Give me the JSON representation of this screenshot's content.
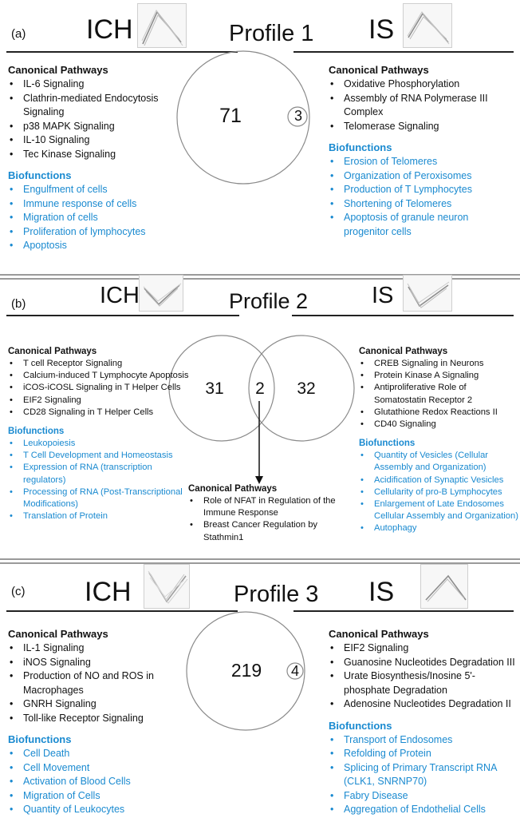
{
  "panels": {
    "a": {
      "letter": "(a)",
      "ich": "ICH",
      "title": "Profile 1",
      "is": "IS",
      "n_ich": "71",
      "n_overlap": "",
      "n_is": "3",
      "ich_pathways": [
        "IL-6 Signaling",
        "Clathrin-mediated Endocytosis Signaling",
        "p38 MAPK Signaling",
        "IL-10 Signaling",
        "Tec Kinase Signaling"
      ],
      "ich_biofunctions": [
        "Engulfment of cells",
        "Immune response of cells",
        "Migration of cells",
        "Proliferation of lymphocytes",
        "Apoptosis"
      ],
      "is_pathways": [
        "Oxidative Phosphorylation",
        "Assembly of RNA Polymerase III Complex",
        "Telomerase Signaling"
      ],
      "is_biofunctions": [
        "Erosion of Telomeres",
        "Organization of Peroxisomes",
        "Production of T Lymphocytes",
        "Shortening of Telomeres",
        "Apoptosis of granule neuron progenitor cells"
      ]
    },
    "b": {
      "letter": "(b)",
      "ich": "ICH",
      "title": "Profile 2",
      "is": "IS",
      "n_ich": "31",
      "n_overlap": "2",
      "n_is": "32",
      "ich_pathways": [
        "T cell Receptor Signaling",
        "Calcium-induced T Lymphocyte Apoptosis",
        "iCOS-iCOSL Signaling in T Helper Cells",
        "EIF2 Signaling",
        "CD28 Signaling in T Helper Cells"
      ],
      "ich_biofunctions": [
        "Leukopoiesis",
        "T Cell Development and Homeostasis",
        "Expression of RNA (transcription regulators)",
        "Processing of RNA (Post-Transcriptional Modifications)",
        "Translation of Protein"
      ],
      "is_pathways": [
        "CREB Signaling in Neurons",
        "Protein Kinase A Signaling",
        "Antiproliferative Role of Somatostatin Receptor 2",
        "Glutathione Redox Reactions II",
        "CD40 Signaling"
      ],
      "is_biofunctions": [
        "Quantity of Vesicles (Cellular Assembly and Organization)",
        "Acidification of Synaptic Vesicles",
        "Cellularity of pro-B Lymphocytes",
        "Enlargement of Late Endosomes Cellular Assembly and Organization)",
        "Autophagy"
      ],
      "shared_pathways": [
        "Role of NFAT in Regulation of the Immune Response",
        "Breast Cancer Regulation by Stathmin1"
      ]
    },
    "c": {
      "letter": "(c)",
      "ich": "ICH",
      "title": "Profile 3",
      "is": "IS",
      "n_ich": "219",
      "n_overlap": "",
      "n_is": "4",
      "ich_pathways": [
        "IL-1 Signaling",
        "iNOS Signaling",
        "Production of NO and ROS in Macrophages",
        "GNRH Signaling",
        "Toll-like Receptor Signaling"
      ],
      "ich_biofunctions": [
        "Cell Death",
        "Cell Movement",
        "Activation of Blood Cells",
        "Migration of Cells",
        "Quantity of Leukocytes"
      ],
      "is_pathways": [
        "EIF2 Signaling",
        "Guanosine Nucleotides Degradation III",
        "Urate Biosynthesis/Inosine 5'-phosphate Degradation",
        "Adenosine Nucleotides Degradation II"
      ],
      "is_biofunctions": [
        "Transport of Endosomes",
        "Refolding of Protein",
        "Splicing of Primary Transcript RNA (CLK1, SNRNP70)",
        "Fabry Disease",
        "Aggregation of Endothelial Cells"
      ]
    }
  },
  "labels": {
    "canonical": "Canonical Pathways",
    "biofunctions": "Biofunctions"
  },
  "colors": {
    "biofunction": "#1a8ad0",
    "text": "#111111",
    "circle": "#8a8a8a"
  },
  "icons": {
    "thumb": "profile-trend-thumbnail-icon"
  }
}
